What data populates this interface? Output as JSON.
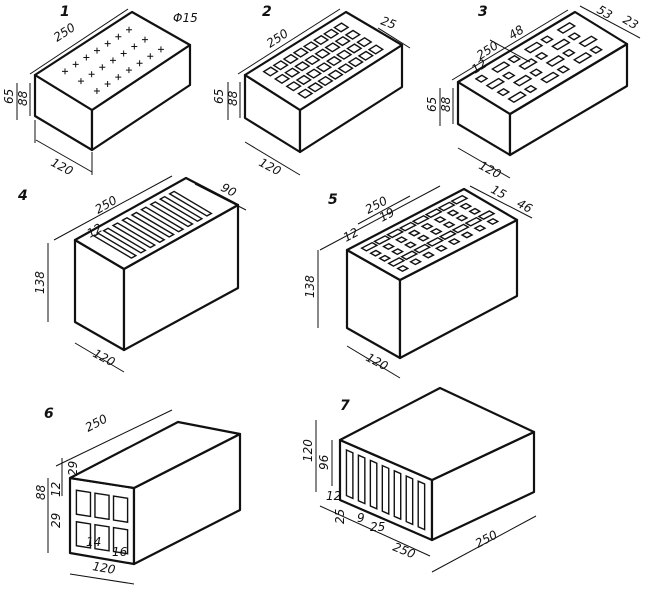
{
  "figures": [
    {
      "number": "1",
      "dims": {
        "length": "250",
        "height": "65",
        "height_inner": "88",
        "width": "120",
        "hole": "Φ15"
      }
    },
    {
      "number": "2",
      "dims": {
        "length": "250",
        "height": "65",
        "height_inner": "88",
        "width": "120",
        "slot": "25"
      }
    },
    {
      "number": "3",
      "dims": {
        "length": "250",
        "height": "65",
        "height_inner": "88",
        "width": "120",
        "a": "53",
        "b": "23",
        "c": "48",
        "d": "12"
      }
    },
    {
      "number": "4",
      "dims": {
        "length": "250",
        "height": "138",
        "width": "120",
        "slot": "90",
        "edge": "12"
      }
    },
    {
      "number": "5",
      "dims": {
        "length": "250",
        "height": "138",
        "width": "120",
        "a": "15",
        "b": "46",
        "c": "19",
        "d": "12"
      }
    },
    {
      "number": "6",
      "dims": {
        "length": "250",
        "height": "88",
        "width": "120",
        "a": "29",
        "b": "12",
        "c": "29",
        "d": "14",
        "e": "16"
      }
    },
    {
      "number": "7",
      "dims": {
        "length": "250",
        "depth": "250",
        "height": "120",
        "inner": "96",
        "a": "12",
        "b": "25",
        "c": "9",
        "d": "25",
        "e": "250"
      }
    }
  ]
}
